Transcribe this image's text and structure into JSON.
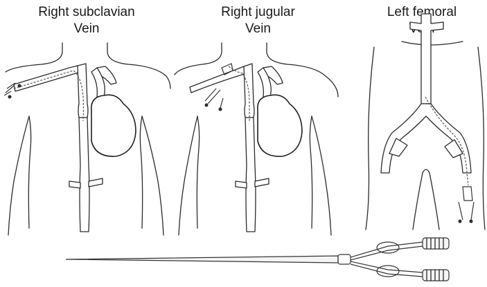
{
  "panels": [
    {
      "id": "subclavian",
      "title_line1": "Right subclavian",
      "title_line2": "Vein"
    },
    {
      "id": "jugular",
      "title_line1": "Right jugular",
      "title_line2": "Vein"
    },
    {
      "id": "femoral",
      "title_line1": "Left femoral",
      "title_line2": "Vein"
    }
  ]
}
